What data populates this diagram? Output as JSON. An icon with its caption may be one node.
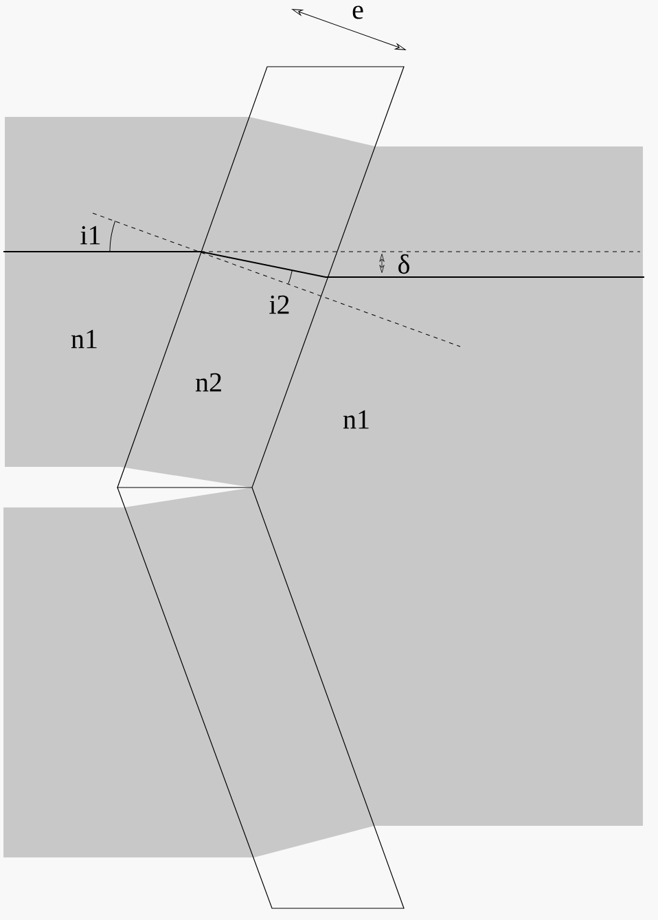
{
  "diagram": {
    "labels": [
      "e",
      "i1",
      "δ",
      "i2",
      "n1",
      "n2",
      "n1"
    ]
  }
}
